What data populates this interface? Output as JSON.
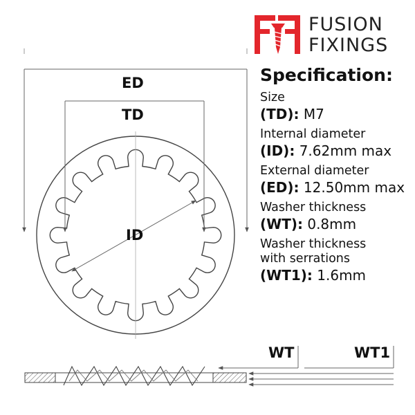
{
  "brand": {
    "line1": "FUSION",
    "line2": "FIXINGS",
    "accent_color": "#e3262c",
    "logo_icon": "ff-screw-logo-icon"
  },
  "spec": {
    "title": "Specification:",
    "items": [
      {
        "label": "Size",
        "code": "(TD):",
        "value": "M7"
      },
      {
        "label": "Internal diameter",
        "code": "(ID):",
        "value": "7.62mm max"
      },
      {
        "label": "External diameter",
        "code": "(ED):",
        "value": "12.50mm max"
      },
      {
        "label": "Washer thickness",
        "code": "(WT):",
        "value": "0.8mm"
      },
      {
        "label": "Washer thickness\nwith serrations",
        "code": "(WT1):",
        "value": "1.6mm"
      }
    ]
  },
  "diagram": {
    "ed_label": "ED",
    "td_label": "TD",
    "id_label": "ID",
    "wt_label": "WT",
    "wt1_label": "WT1",
    "serration_count": 16
  }
}
